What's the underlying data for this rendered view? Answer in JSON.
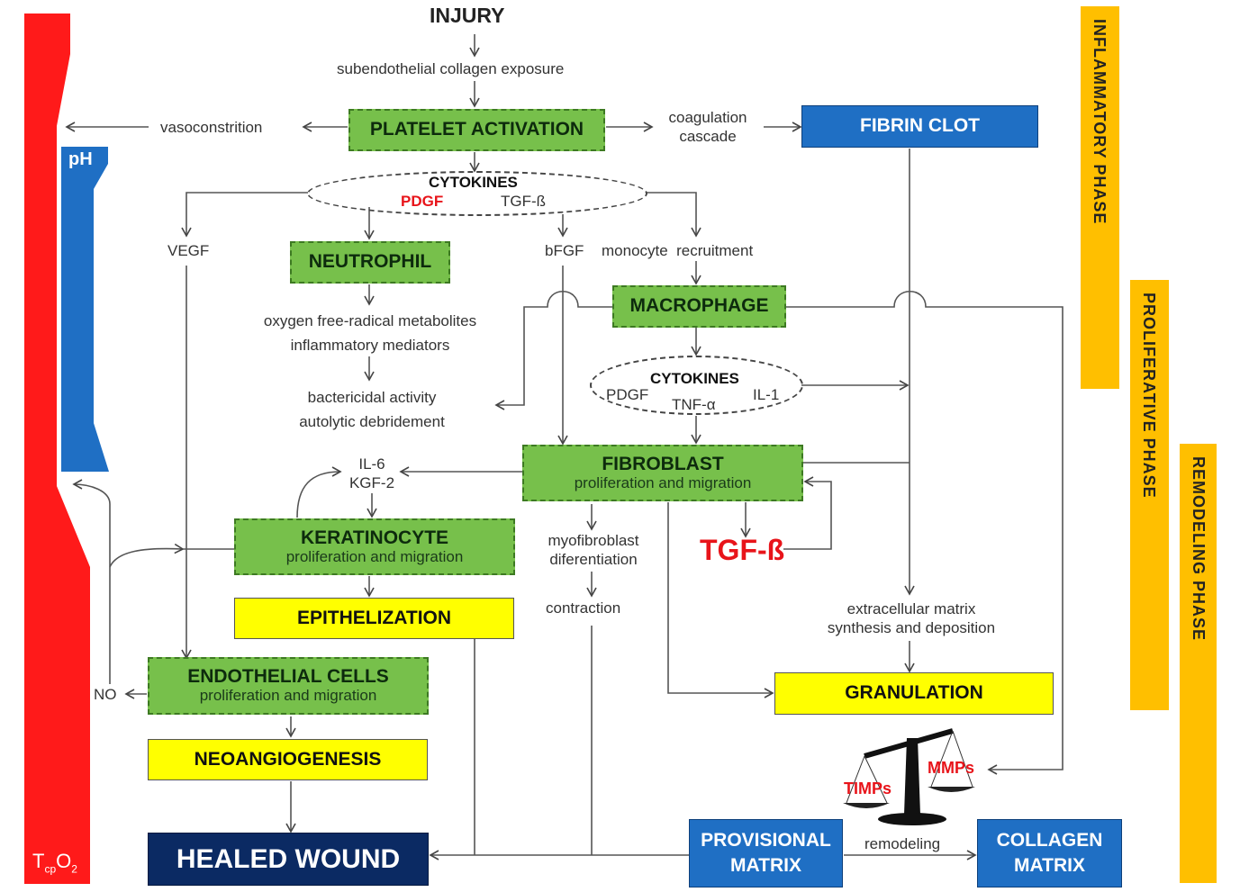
{
  "diagram": {
    "injury": "INJURY",
    "subendothelial": "subendothelial collagen exposure",
    "vasoconstriction": "vasoconstrition",
    "platelet_activation": "PLATELET ACTIVATION",
    "coagulation": [
      "coagulation",
      "cascade"
    ],
    "fibrin_clot": "FIBRIN CLOT",
    "cytokines1": {
      "title": "CYTOKINES",
      "pdgf": "PDGF",
      "tgf": "TGF-ß"
    },
    "vegf": "VEGF",
    "neutrophil": "NEUTROPHIL",
    "bfgf": "bFGF",
    "monocyte": "monocyte  recruitment",
    "oxygen": [
      "oxygen free-radical metabolites",
      "inflammatory mediators"
    ],
    "bactericidal": [
      "bactericidal activity",
      "autolytic debridement"
    ],
    "macrophage": "MACROPHAGE",
    "cytokines2": {
      "title": "CYTOKINES",
      "pdgf": "PDGF",
      "tnf": "TNF-α",
      "il1": "IL-1"
    },
    "fibroblast": {
      "title": "FIBROBLAST",
      "sub": "proliferation and migration"
    },
    "il6": "IL-6",
    "kgf2": "KGF-2",
    "keratinocyte": {
      "title": "KERATINOCYTE",
      "sub": "proliferation and migration"
    },
    "myofibroblast": [
      "myofibroblast",
      "diferentiation"
    ],
    "tgf_beta": "TGF-ß",
    "contraction": "contraction",
    "epithelization": "EPITHELIZATION",
    "extracellular": [
      "extracellular matrix",
      "synthesis and deposition"
    ],
    "endothelial": {
      "title": "ENDOTHELIAL CELLS",
      "sub": "proliferation and migration"
    },
    "no": "NO",
    "granulation": "GRANULATION",
    "neoangiogenesis": "NEOANGIOGENESIS",
    "timps": "TIMPs",
    "mmps": "MMPs",
    "healed_wound": "HEALED WOUND",
    "provisional_matrix": [
      "PROVISIONAL",
      "MATRIX"
    ],
    "remodeling": "remodeling",
    "collagen_matrix": [
      "COLLAGEN",
      "MATRIX"
    ],
    "ph": "pH",
    "tcpo2": {
      "t": "T",
      "sub1": "cp",
      "o": "O",
      "sub2": "2"
    },
    "phases": {
      "inflammatory": "INFLAMMATORY PHASE",
      "proliferative": "PROLIFERATIVE  PHASE",
      "remodeling": "REMODELING  PHASE"
    }
  },
  "colors": {
    "green": "#77c04b",
    "yellow": "#ffff00",
    "blue": "#1f6fc4",
    "navy": "#0b2a63",
    "orange": "#ffbf00",
    "red": "#e8141a"
  }
}
